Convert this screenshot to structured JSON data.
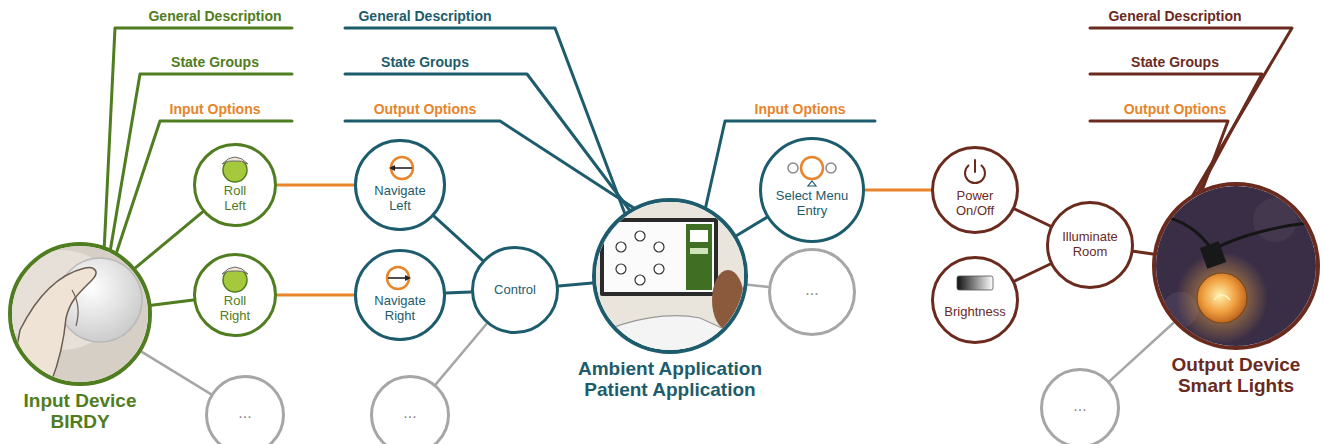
{
  "diagram": {
    "nodes": [
      {
        "text": [
          "Input Device BIRDY"
        ]
      },
      {
        "text": [
          "Roll Left"
        ]
      },
      {
        "text": [
          "Roll Right"
        ]
      },
      {
        "text": [
          "..."
        ]
      },
      {
        "text": [
          "Navigate Left"
        ]
      },
      {
        "text": [
          "Navigate Right"
        ]
      },
      {
        "text": [
          "..."
        ]
      },
      {
        "text": [
          "Control"
        ]
      },
      {
        "text": [
          "Ambient Application Patient Application"
        ]
      },
      {
        "text": [
          "Select Menu Entry"
        ]
      },
      {
        "text": [
          "..."
        ]
      },
      {
        "text": [
          "Power On/Off"
        ]
      },
      {
        "text": [
          "Brightness"
        ]
      },
      {
        "text": [
          "Illuminate Room"
        ]
      },
      {
        "text": [
          "..."
        ]
      },
      {
        "text": [
          "Output Device Smart Lights"
        ]
      }
    ],
    "edges": [
      {
        "from": 0,
        "to": 1,
        "arrow": "none"
      },
      {
        "from": 0,
        "to": 2,
        "arrow": "none"
      },
      {
        "from": 0,
        "to": 3,
        "arrow": "none"
      },
      {
        "from": 1,
        "to": 4,
        "arrow": "none"
      },
      {
        "from": 2,
        "to": 5,
        "arrow": "none"
      },
      {
        "from": 4,
        "to": 7,
        "arrow": "none"
      },
      {
        "from": 5,
        "to": 7,
        "arrow": "none"
      },
      {
        "from": 6,
        "to": 7,
        "arrow": "none"
      },
      {
        "from": 7,
        "to": 8,
        "arrow": "none"
      },
      {
        "from": 8,
        "to": 9,
        "arrow": "none"
      },
      {
        "from": 8,
        "to": 10,
        "arrow": "none"
      },
      {
        "from": 9,
        "to": 11,
        "arrow": "none"
      },
      {
        "from": 11,
        "to": 13,
        "arrow": "none"
      },
      {
        "from": 12,
        "to": 13,
        "arrow": "none"
      },
      {
        "from": 13,
        "to": 15,
        "arrow": "none"
      },
      {
        "from": 14,
        "to": 15,
        "arrow": "none"
      }
    ],
    "labels": [
      "General Description",
      "State Groups",
      "Input Options",
      "General Description",
      "State Groups",
      "Output Options",
      "Input Options",
      "General Description",
      "State Groups",
      "Output Options"
    ]
  }
}
